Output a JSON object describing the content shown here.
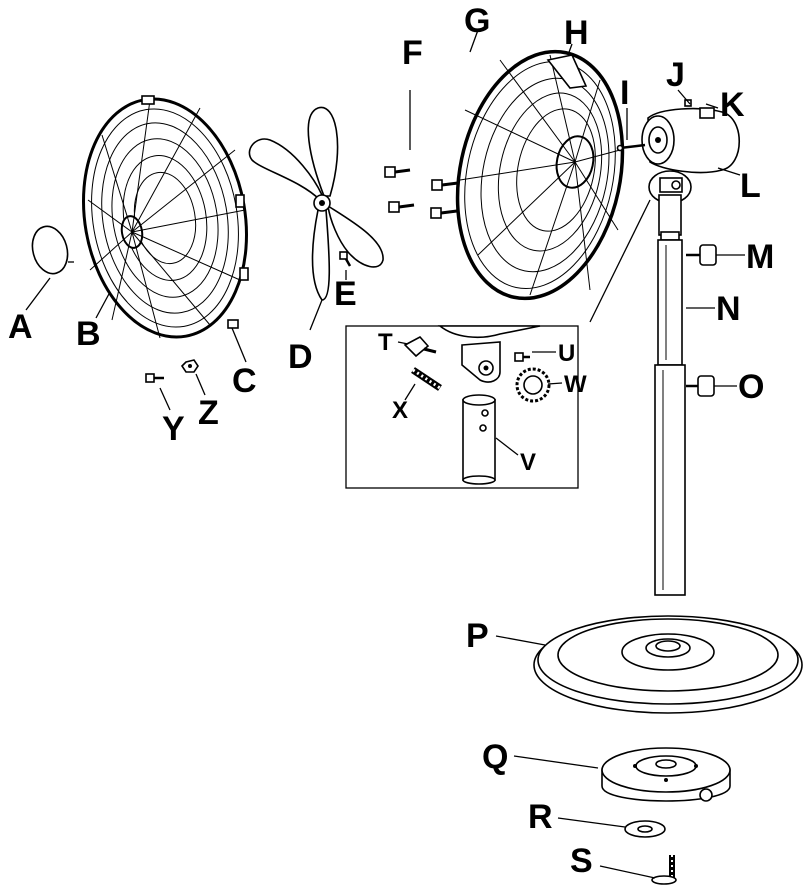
{
  "diagram": {
    "type": "exploded-parts-diagram",
    "labels": {
      "A": "A",
      "B": "B",
      "C": "C",
      "D": "D",
      "E": "E",
      "F": "F",
      "G": "G",
      "H": "H",
      "I": "I",
      "J": "J",
      "K": "K",
      "L": "L",
      "M": "M",
      "N": "N",
      "O": "O",
      "P": "P",
      "Q": "Q",
      "R": "R",
      "S": "S",
      "T": "T",
      "U": "U",
      "V": "V",
      "W": "W",
      "X": "X",
      "Y": "Y",
      "Z": "Z"
    },
    "colors": {
      "line": "#000000",
      "background": "#ffffff"
    }
  }
}
